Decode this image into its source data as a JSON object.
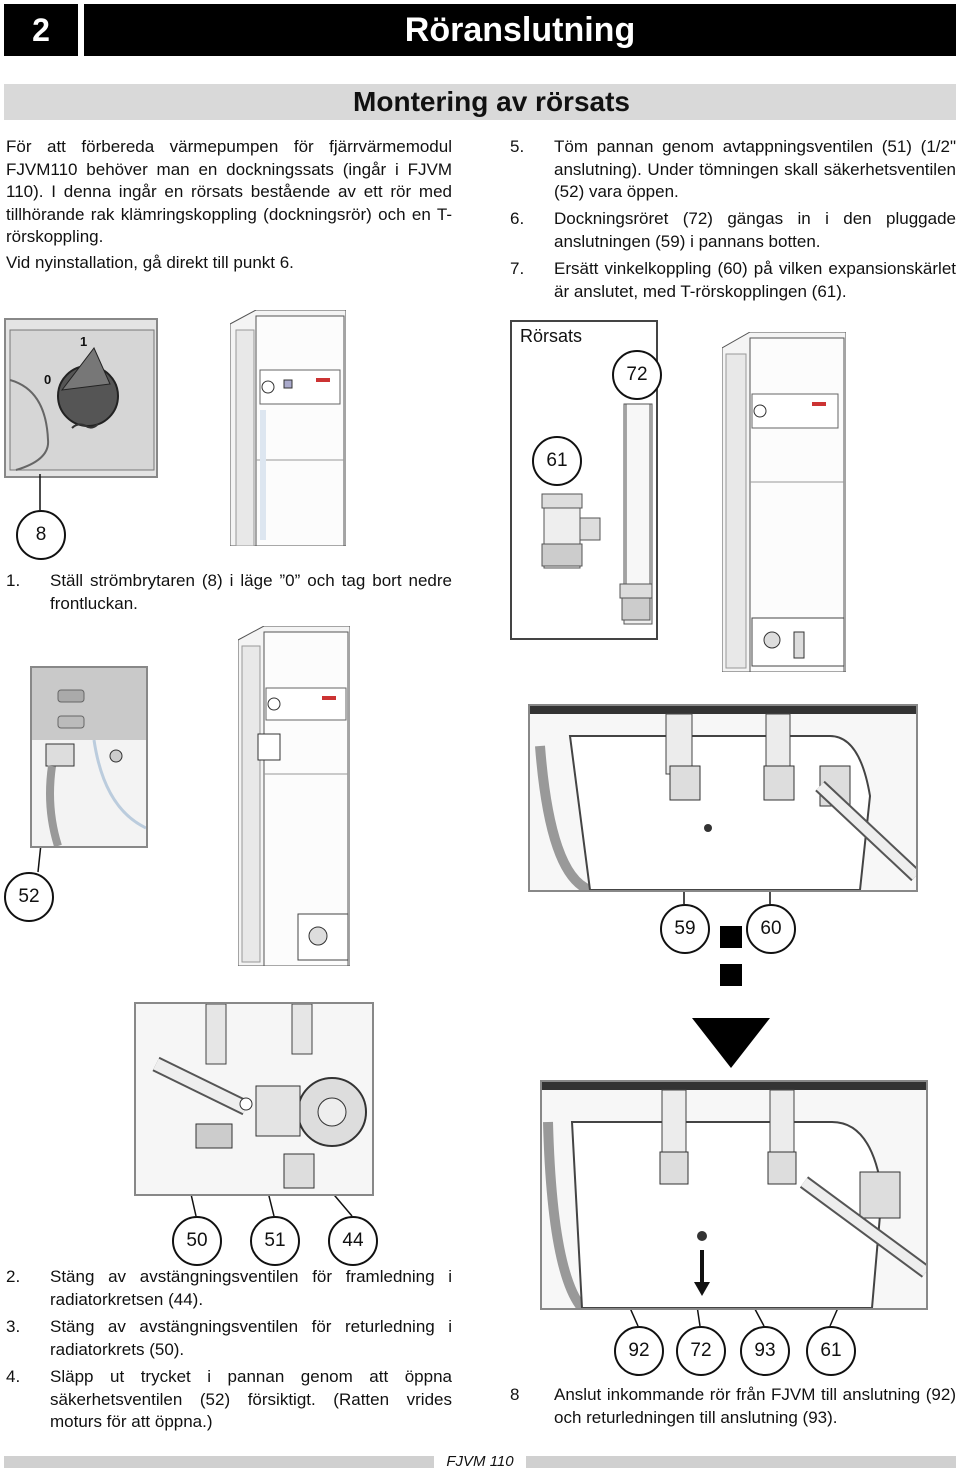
{
  "header": {
    "chapter_number": "2",
    "chapter_title": "Röranslutning"
  },
  "section": {
    "title": "Montering av rörsats"
  },
  "intro": {
    "paragraph1": "För att förbereda värmepumpen för fjärrvärmemodul FJVM110 behöver man en dockningssats (ingår i FJVM 110). I denna ingår en rörsats bestående av ett rör med tillhörande rak klämringskoppling (dockningsrör) och en T-rörskoppling.",
    "paragraph2": "Vid nyinstallation, gå direkt till punkt 6."
  },
  "steps_left": [
    {
      "num": "1.",
      "text": "Ställ strömbrytaren (8) i läge ”0” och tag bort nedre frontluckan."
    },
    {
      "num": "2.",
      "text": "Stäng av avstängningsventilen för framledning i radiatorkretsen (44)."
    },
    {
      "num": "3.",
      "text": "Stäng av avstängningsventilen för returledning i radiatorkrets (50)."
    },
    {
      "num": "4.",
      "text": "Släpp ut trycket i pannan genom att öppna säkerhetsventilen (52) försiktigt. (Ratten vrides moturs för att öppna.)"
    }
  ],
  "steps_right": [
    {
      "num": "5.",
      "text": "Töm pannan genom avtappningsventilen (51) (1/2\" anslutning). Under tömningen skall säkerhetsventilen (52) vara öppen."
    },
    {
      "num": "6.",
      "text": "Dockningsröret (72) gängas in i den pluggade anslutningen (59) i pannans botten."
    },
    {
      "num": "7.",
      "text": "Ersätt vinkelkoppling (60) på vilken expansionskärlet är anslutet, med T-rörskopplingen (61)."
    },
    {
      "num": "8",
      "text": "Anslut inkommande rör från FJVM till anslutning (92) och returledningen till anslutning (93)."
    }
  ],
  "switch_figure": {
    "pos_0": "0",
    "pos_1": "1"
  },
  "rorsats": {
    "label": "Rörsats"
  },
  "callouts": {
    "c8": "8",
    "c52": "52",
    "c50": "50",
    "c51": "51",
    "c44": "44",
    "c72": "72",
    "c61": "61",
    "c59": "59",
    "c60": "60",
    "c92": "92",
    "c72b": "72",
    "c93": "93",
    "c61b": "61"
  },
  "footer": {
    "label": "FJVM 110"
  }
}
